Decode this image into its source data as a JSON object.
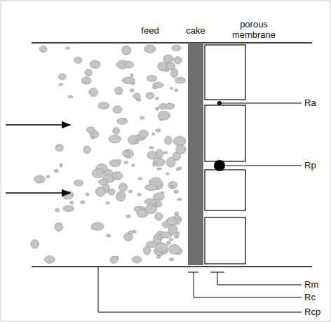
{
  "diagram": {
    "labels": [
      "feed",
      "cake",
      "porous membrane",
      "Ra",
      "Rp",
      "Rm",
      "Rc",
      "Rcp"
    ]
  }
}
